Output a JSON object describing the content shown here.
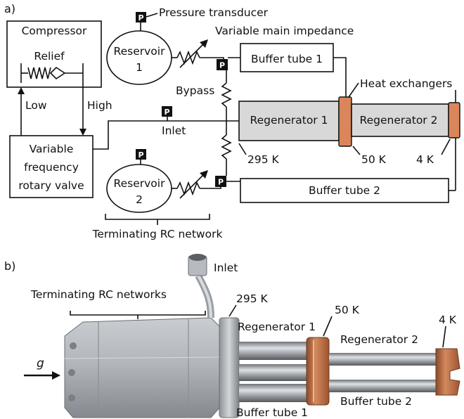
{
  "panel_a": {
    "label": "a)",
    "compressor": "Compressor",
    "relief": "Relief",
    "low": "Low",
    "high": "High",
    "valve_line1": "Variable",
    "valve_line2": "frequency",
    "valve_line3": "rotary valve",
    "reservoir1_line1": "Reservoir",
    "reservoir1_line2": "1",
    "reservoir2_line1": "Reservoir",
    "reservoir2_line2": "2",
    "pressure_transducer": "Pressure transducer",
    "variable_main_impedance": "Variable main impedance",
    "buffer_tube_1": "Buffer tube 1",
    "buffer_tube_2": "Buffer tube 2",
    "bypass": "Bypass",
    "inlet": "Inlet",
    "regenerator_1": "Regenerator 1",
    "regenerator_2": "Regenerator 2",
    "heat_exchangers": "Heat exchangers",
    "temp_295": "295 K",
    "temp_50": "50 K",
    "temp_4": "4 K",
    "terminating_rc": "Terminating RC network",
    "p_symbol": "P"
  },
  "panel_b": {
    "label": "b)",
    "inlet": "Inlet",
    "terminating_rc_networks": "Terminating RC networks",
    "temp_295": "295 K",
    "temp_50": "50 K",
    "temp_4": "4 K",
    "regenerator_1": "Regenerator 1",
    "regenerator_2": "Regenerator 2",
    "buffer_tube_1": "Buffer tube 1",
    "buffer_tube_2": "Buffer tube 2",
    "gravity": "g"
  },
  "colors": {
    "heat_exchanger_copper": "#d9865b",
    "regenerator_gray": "#d8d8d8",
    "body_metal": "#a9adb3"
  }
}
